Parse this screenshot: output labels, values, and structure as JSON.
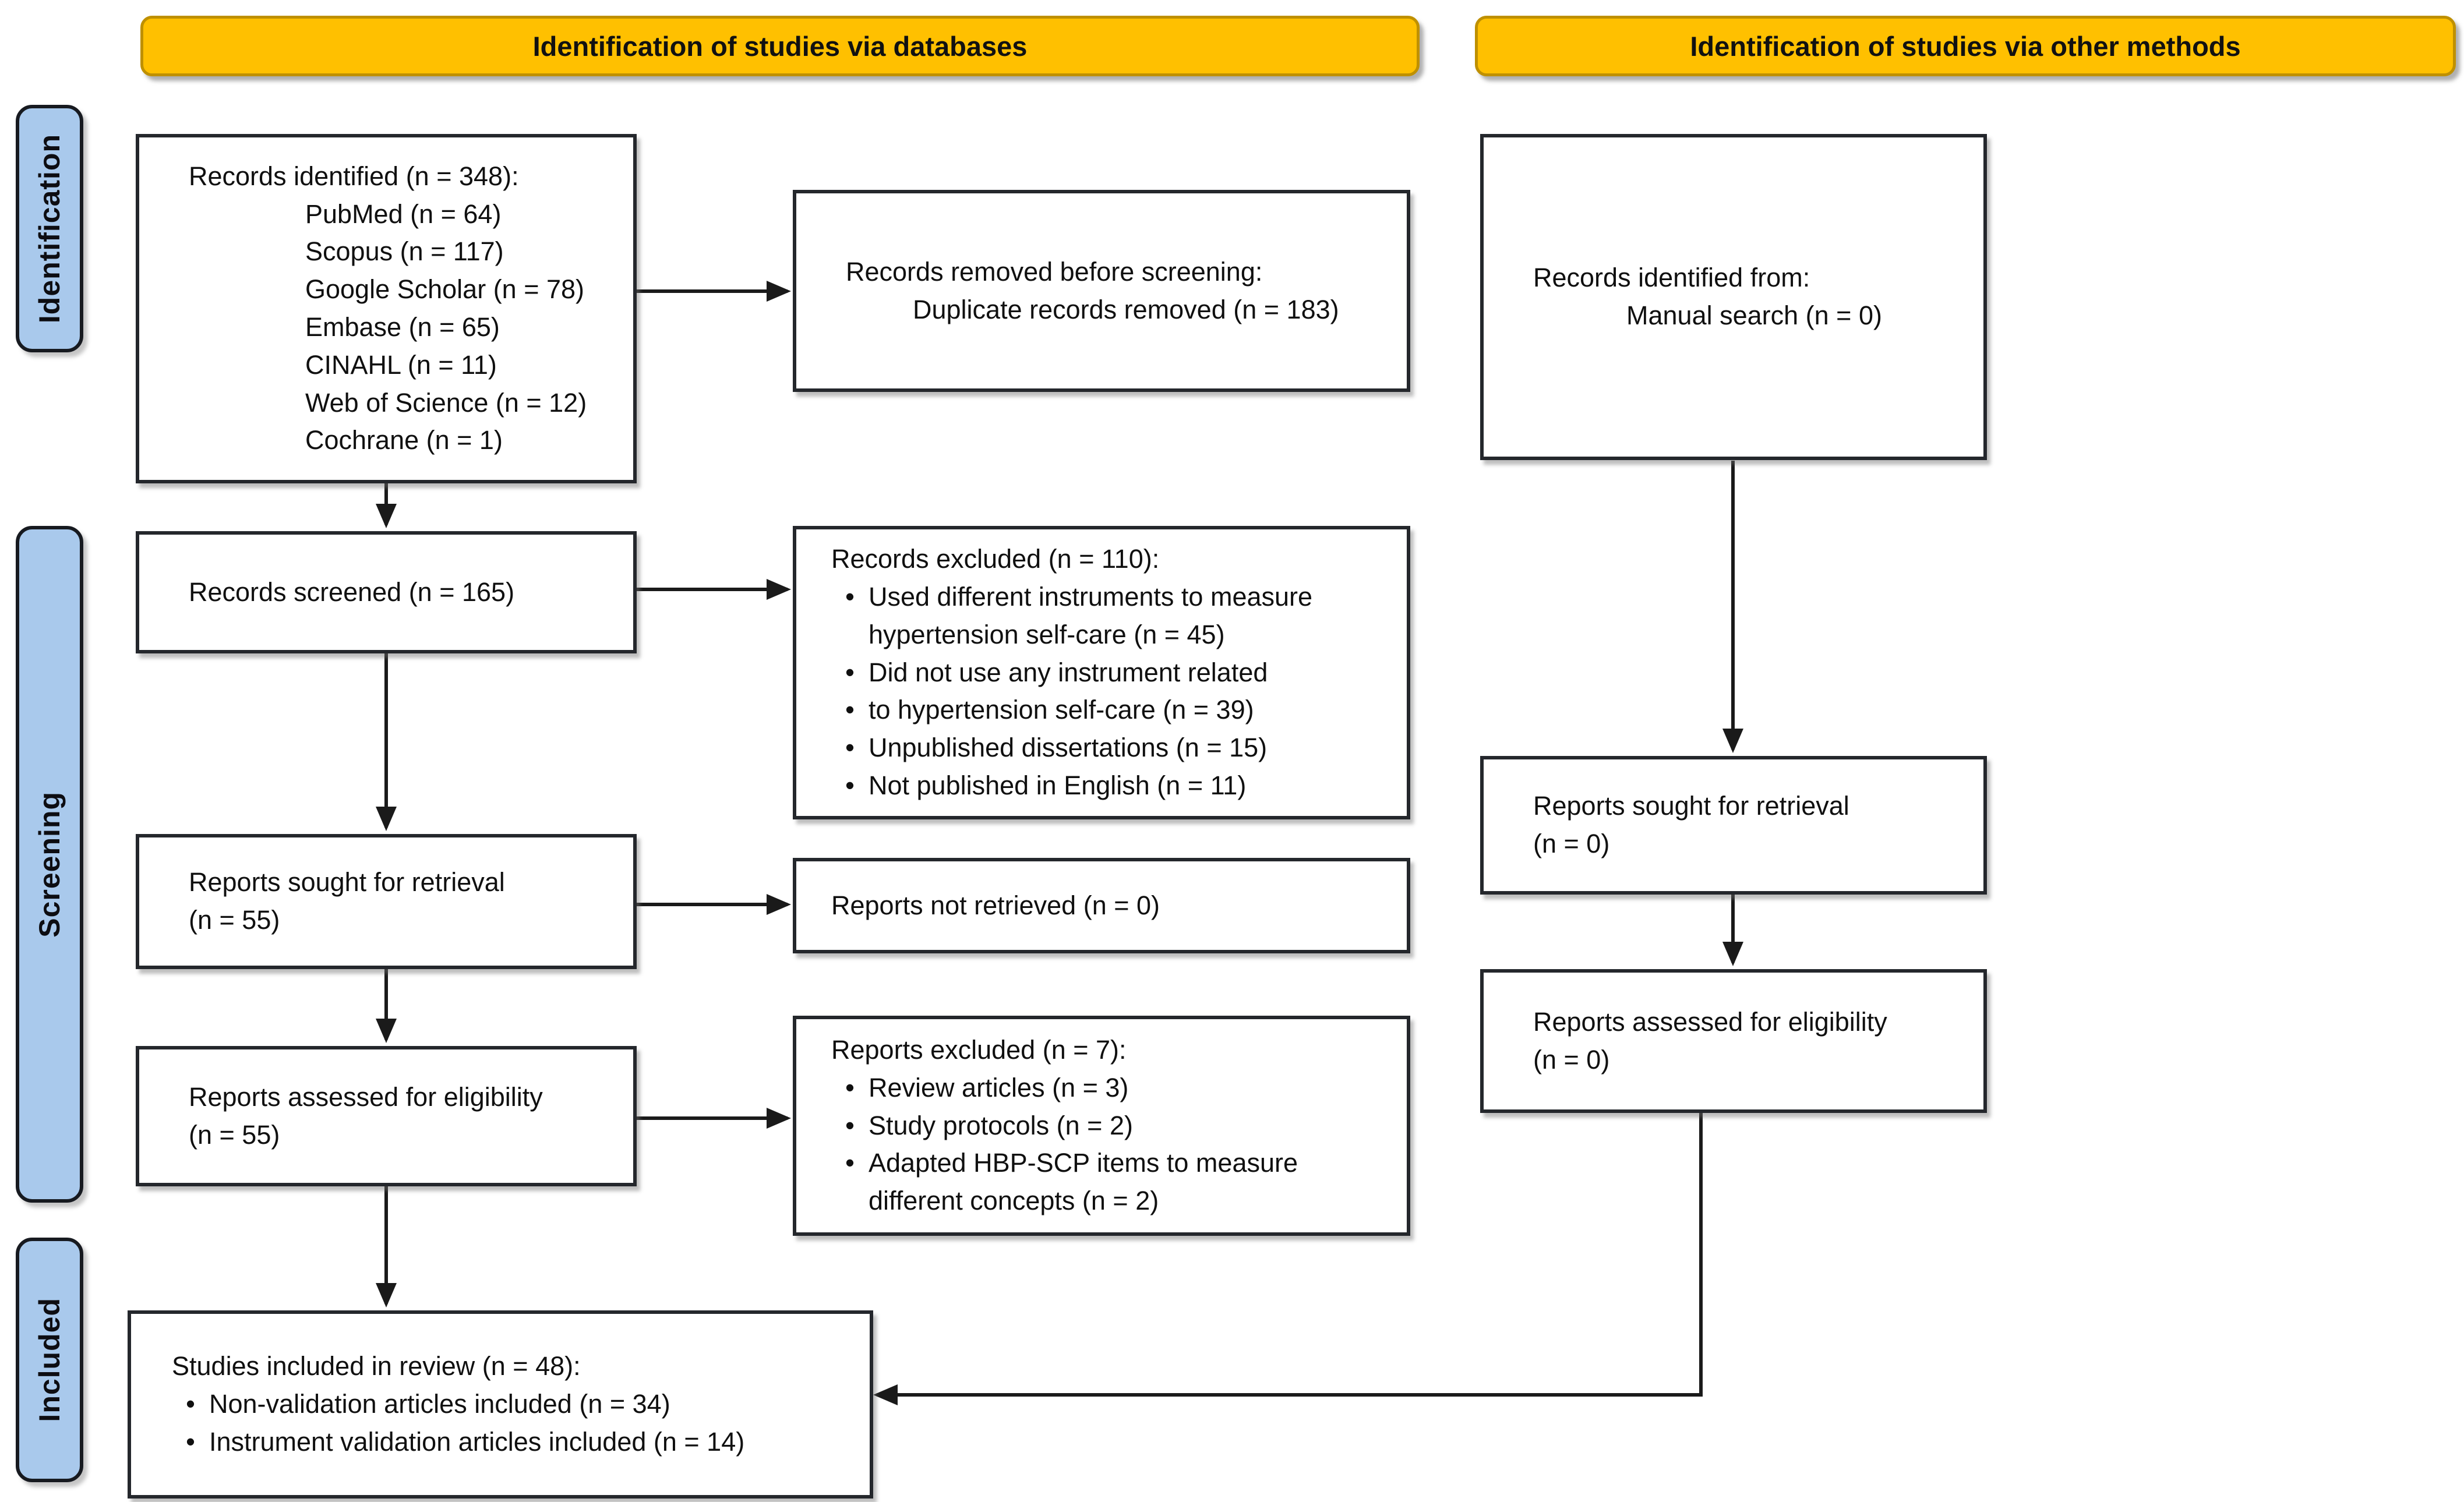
{
  "banners": {
    "databases": "Identification of studies via databases",
    "other_methods": "Identification of studies via other methods"
  },
  "stage_labels": {
    "identification": "Identification",
    "screening": "Screening",
    "included": "Included"
  },
  "colors": {
    "banner_fill": "#FFC000",
    "banner_border": "#BF9000",
    "stage_fill": "#A9C9EC",
    "box_border": "#24272C",
    "arrow": "#1A1A1A"
  },
  "boxes": {
    "records_identified": {
      "title": "Records identified (n = 348):",
      "lines": [
        "PubMed (n = 64)",
        "Scopus (n = 117)",
        "Google Scholar (n = 78)",
        "Embase (n = 65)",
        "CINAHL (n = 11)",
        "Web of Science (n = 12)",
        "Cochrane (n = 1)"
      ]
    },
    "records_removed": {
      "title": "Records removed before screening:",
      "lines": [
        "Duplicate records removed (n = 183)"
      ]
    },
    "records_identified_other": {
      "title": "Records identified from:",
      "lines": [
        "Manual search (n = 0)"
      ]
    },
    "records_screened": {
      "title": "Records screened (n = 165)"
    },
    "records_excluded": {
      "title": "Records excluded (n = 110):",
      "bullets": [
        "Used different instruments to measure hypertension self-care (n = 45)",
        "Did not use any instrument related",
        "to hypertension self-care (n = 39)",
        "Unpublished dissertations (n = 15)",
        "Not published in English (n = 11)"
      ]
    },
    "reports_sought": {
      "title": "Reports sought for retrieval",
      "subtitle": "(n = 55)"
    },
    "reports_not_retrieved": {
      "title": "Reports not retrieved (n = 0)"
    },
    "reports_assessed": {
      "title": "Reports assessed for eligibility",
      "subtitle": "(n = 55)"
    },
    "reports_excluded": {
      "title": "Reports excluded (n = 7):",
      "bullets": [
        "Review articles (n = 3)",
        "Study protocols (n = 2)",
        "Adapted HBP-SCP items to measure different concepts (n = 2)"
      ]
    },
    "reports_sought_other": {
      "title": "Reports sought for retrieval",
      "subtitle": "(n = 0)"
    },
    "reports_assessed_other": {
      "title": "Reports assessed for eligibility",
      "subtitle": "(n = 0)"
    },
    "studies_included": {
      "title": "Studies included in review (n = 48):",
      "bullets": [
        "Non-validation articles included (n = 34)",
        "Instrument validation articles included (n = 14)"
      ]
    }
  }
}
